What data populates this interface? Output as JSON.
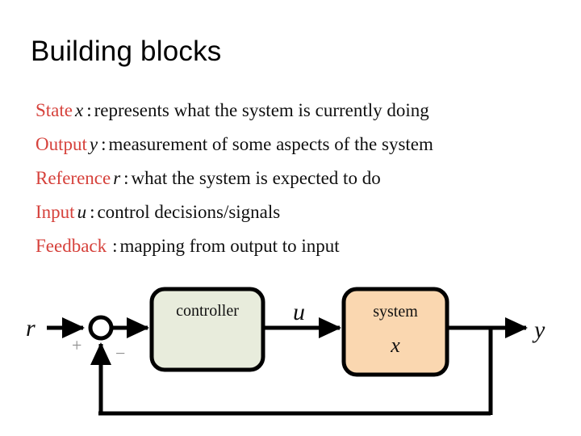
{
  "slide": {
    "title": "Building blocks",
    "bullets": [
      {
        "keyword": "State",
        "variable": "x",
        "colon": ":",
        "description": "represents what the system is currently doing"
      },
      {
        "keyword": "Output",
        "variable": "y",
        "colon": ":",
        "description": "measurement of some aspects of the system"
      },
      {
        "keyword": "Reference",
        "variable": "r",
        "colon": ":",
        "description": "what the system is expected to do"
      },
      {
        "keyword": "Input",
        "variable": "u",
        "colon": ":",
        "description": "control decisions/signals"
      },
      {
        "keyword": "Feedback",
        "variable": "",
        "colon": ":",
        "description": "mapping from output to input"
      }
    ]
  },
  "diagram": {
    "name": "feedback-control-block-diagram",
    "signals": {
      "reference": "r",
      "control": "u",
      "output": "y"
    },
    "summing_junction": {
      "plus_sign": "+",
      "minus_sign": "−"
    },
    "blocks": [
      {
        "id": "controller",
        "label": "controller",
        "variable": "",
        "fill": "#e8ecdc"
      },
      {
        "id": "system",
        "label": "system",
        "variable": "x",
        "fill": "#fad7b0"
      }
    ]
  },
  "colors": {
    "keyword_red": "#d6423c",
    "text_black": "#101010",
    "controller_fill": "#e8ecdc",
    "system_fill": "#fad7b0",
    "sign_gray": "#8e8e8e",
    "background": "#ffffff"
  }
}
